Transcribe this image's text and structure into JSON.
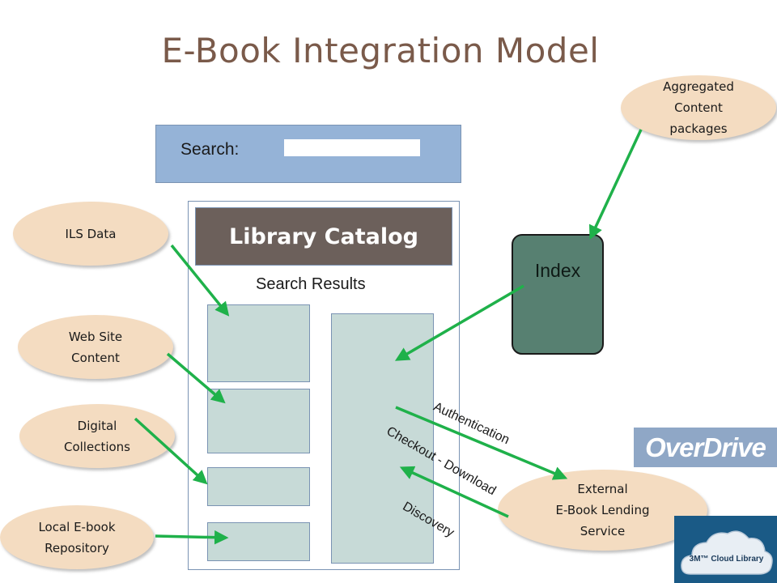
{
  "title": "E-Book Integration Model",
  "search": {
    "label": "Search:",
    "value": ""
  },
  "catalog": {
    "header": "Library Catalog",
    "results_label": "Search Results"
  },
  "index": {
    "label": "Index"
  },
  "sources": {
    "ils": "ILS Data",
    "web": "Web Site\nContent",
    "digital": "Digital\nCollections",
    "local": "Local E-book\nRepository",
    "aggregated": "Aggregated\nContent\npackages",
    "external": "External\nE-Book Lending\nService"
  },
  "flows": {
    "authentication": "Authentication",
    "checkout": "Checkout - Download",
    "discovery": "Discovery"
  },
  "logos": {
    "overdrive": "OverDrive",
    "cloud": "3M™ Cloud Library"
  },
  "colors": {
    "arrow": "#1fb14a",
    "ellipse": "#f4dcc1",
    "catalog_header": "#6c605b",
    "search_panel": "#95b3d7",
    "index": "#578071",
    "result_box": "#c7dad7"
  }
}
